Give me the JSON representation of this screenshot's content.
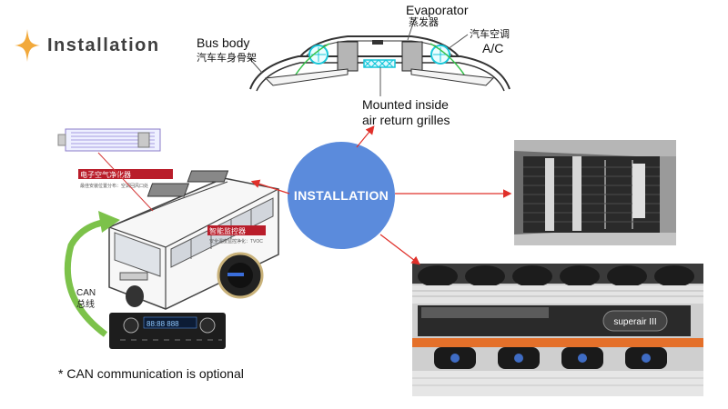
{
  "title": "Installation",
  "center_label": "INSTALLATION",
  "top_diagram": {
    "evaporator_en": "Evaporator",
    "evaporator_cn": "蒸发器",
    "ac_cn": "汽车空调",
    "ac_en": "A/C",
    "bus_body_en": "Bus body",
    "bus_body_cn": "汽车车身骨架",
    "mounted_line1": "Mounted inside",
    "mounted_line2": "air return grilles"
  },
  "left_diagram": {
    "purifier_cn": "电子空气净化器",
    "purifier_sub": "最佳安装位置分布：空调回风口处",
    "monitor_cn": "智能监控器",
    "monitor_sub": "安全温度监控净化：TVOC",
    "can_line1": "CAN",
    "can_line2": "总线",
    "panel_display": "88:88 888"
  },
  "photo_bottom": {
    "badge": "superair III"
  },
  "footnote": "* CAN communication is optional",
  "colors": {
    "circle": "#5b8bdc",
    "arrow": "#e0302a",
    "can_arrow": "#7cc24a",
    "star": "#f2a93b"
  }
}
